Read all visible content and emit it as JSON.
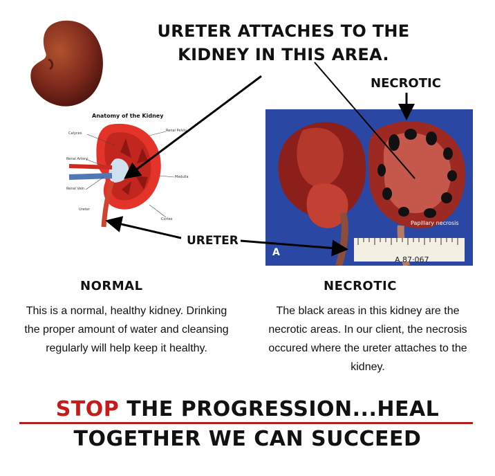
{
  "title": {
    "line1": "URETER ATTACHES TO THE",
    "line2": "KIDNEY IN THIS AREA."
  },
  "labels": {
    "necrotic_top": "NECROTIC",
    "ureter": "URETER"
  },
  "diagram": {
    "title": "Anatomy of the Kidney",
    "parts": [
      "Calyces",
      "Renal Pelvis",
      "Renal Artery",
      "Medulla",
      "Renal Vein",
      "Ureter",
      "Cortex"
    ]
  },
  "photo": {
    "panel_letter": "A",
    "ruler_text": "A 87·067",
    "papillary_label": "Papillary necrosis"
  },
  "normal": {
    "heading": "NORMAL",
    "text": "This is a normal, healthy kidney.  Drinking the proper amount of water and cleansing regularly  will help keep it healthy."
  },
  "necrotic": {
    "heading": "NECROTIC",
    "text": "The black areas in this kidney are the necrotic areas.  In our client, the necrosis occured where the ureter  attaches to the kidney."
  },
  "footer": {
    "stop_word": "STOP",
    "stop_rest": " THE PROGRESSION...HEAL",
    "together": "TOGETHER WE CAN SUCCEED"
  },
  "colors": {
    "accent_red": "#c41b1b",
    "rule_red": "#b11d1d"
  }
}
